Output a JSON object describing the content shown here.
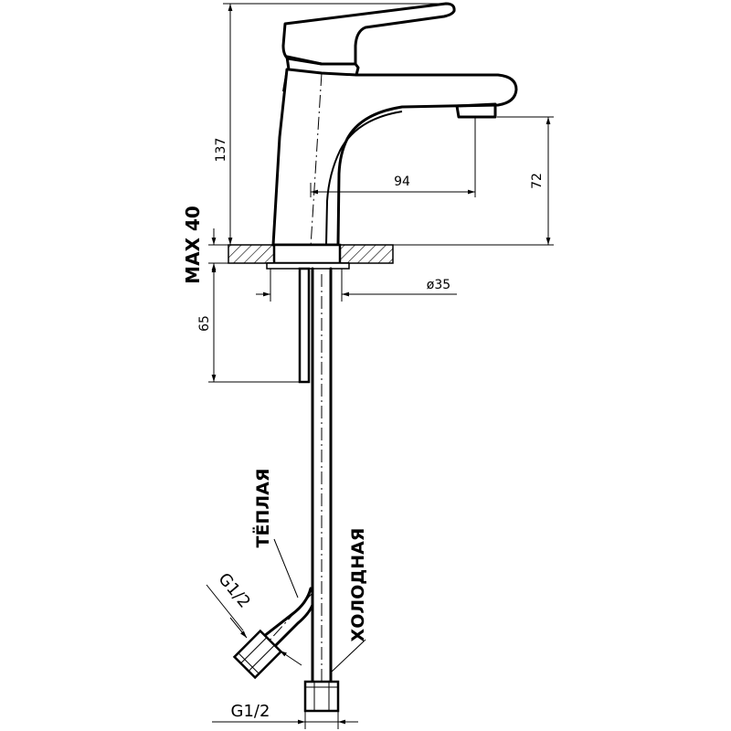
{
  "dimensions": {
    "height_total": "137",
    "spout_reach": "94",
    "spout_height": "72",
    "max_thickness": "MAX 40",
    "shank_length": "65",
    "base_diameter": "ø35"
  },
  "labels": {
    "warm": "ТЁПЛАЯ",
    "cold": "ХОЛОДНАЯ"
  },
  "threads": {
    "side": "G1/2",
    "bottom": "G1/2"
  }
}
